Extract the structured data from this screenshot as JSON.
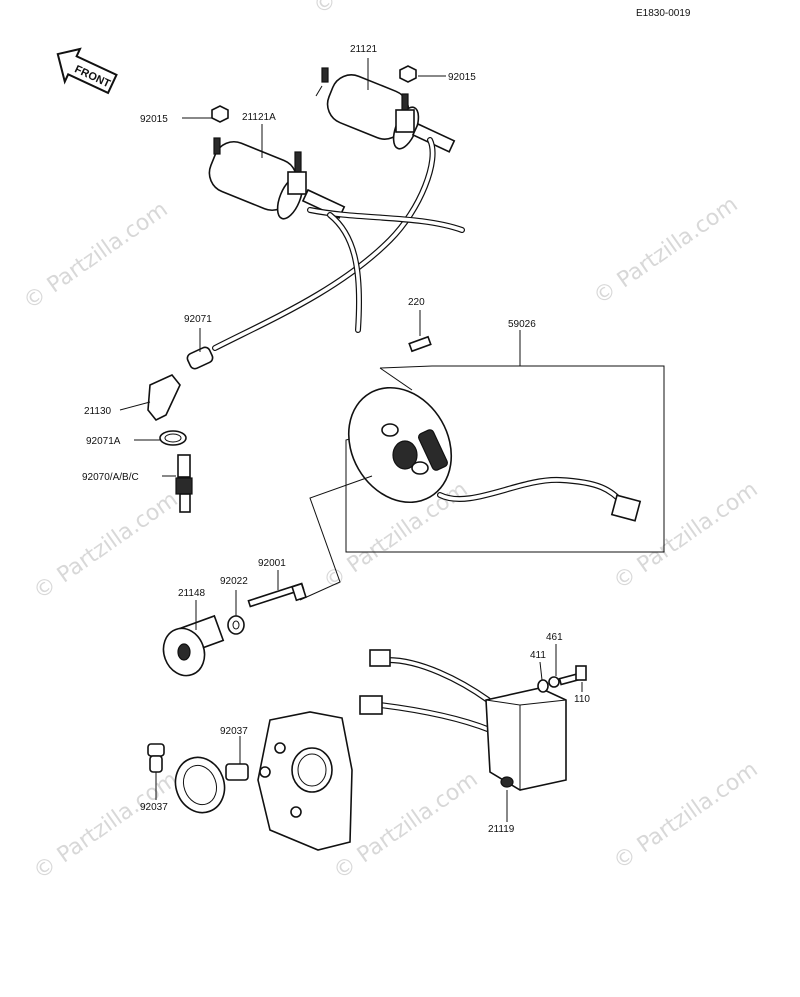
{
  "header": {
    "code": "E1830-0019"
  },
  "front_arrow": {
    "label": "FRONT"
  },
  "watermark": {
    "text": "© Partzilla.com"
  },
  "labels": {
    "p21121": "21121",
    "p92015_top": "92015",
    "p92015_left": "92015",
    "p21121A": "21121A",
    "p92071": "92071",
    "p21130": "21130",
    "p92071A": "92071A",
    "p92070": "92070/A/B/C",
    "p220": "220",
    "p59026": "59026",
    "p92001": "92001",
    "p92022": "92022",
    "p21148": "21148",
    "p461": "461",
    "p411": "411",
    "p110": "110",
    "p92037_a": "92037",
    "p92037_b": "92037",
    "p21119": "21119"
  }
}
